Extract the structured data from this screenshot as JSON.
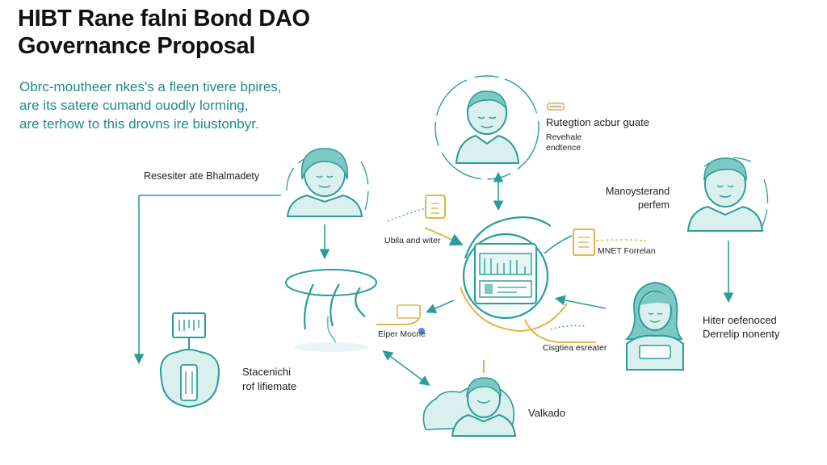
{
  "title": {
    "line1": "HIBT Rane falni Bond DAO",
    "line2": "Governance Proposal"
  },
  "intro": {
    "line1": "Obrc-moutheer nkes's a fleen tivere bpires,",
    "line2": "are its satere cumand ouodly lorming,",
    "line3": "are terhow to this drovns ire biustonbyr."
  },
  "labels": {
    "top_right_main": "Rutegtion acbur guate",
    "top_right_sub1": "Revehale",
    "top_right_sub2": "endtence",
    "left_user": "Resesiter ate Bhalmadety",
    "right_user_line1": "Manoysterand",
    "right_user_line2": "perfem",
    "flow_left": "Ubila and witer",
    "flow_right": "MNET Forrelan",
    "lower_left_flow": "Elper Mocne",
    "lower_right_flow": "Cisgtiea esreater",
    "lower_right_user_line1": "Hiter oefenoced",
    "lower_right_user_line2": "Derrelip nonenty",
    "bottom_left_line1": "Stacenichi",
    "bottom_left_line2": "rof lifiemate",
    "bottom_user": "Valkado"
  },
  "colors": {
    "teal": "#2a9c9a",
    "teal_fill": "#d9f0ee",
    "gold": "#e3b54a",
    "blue": "#4a8fd8"
  }
}
